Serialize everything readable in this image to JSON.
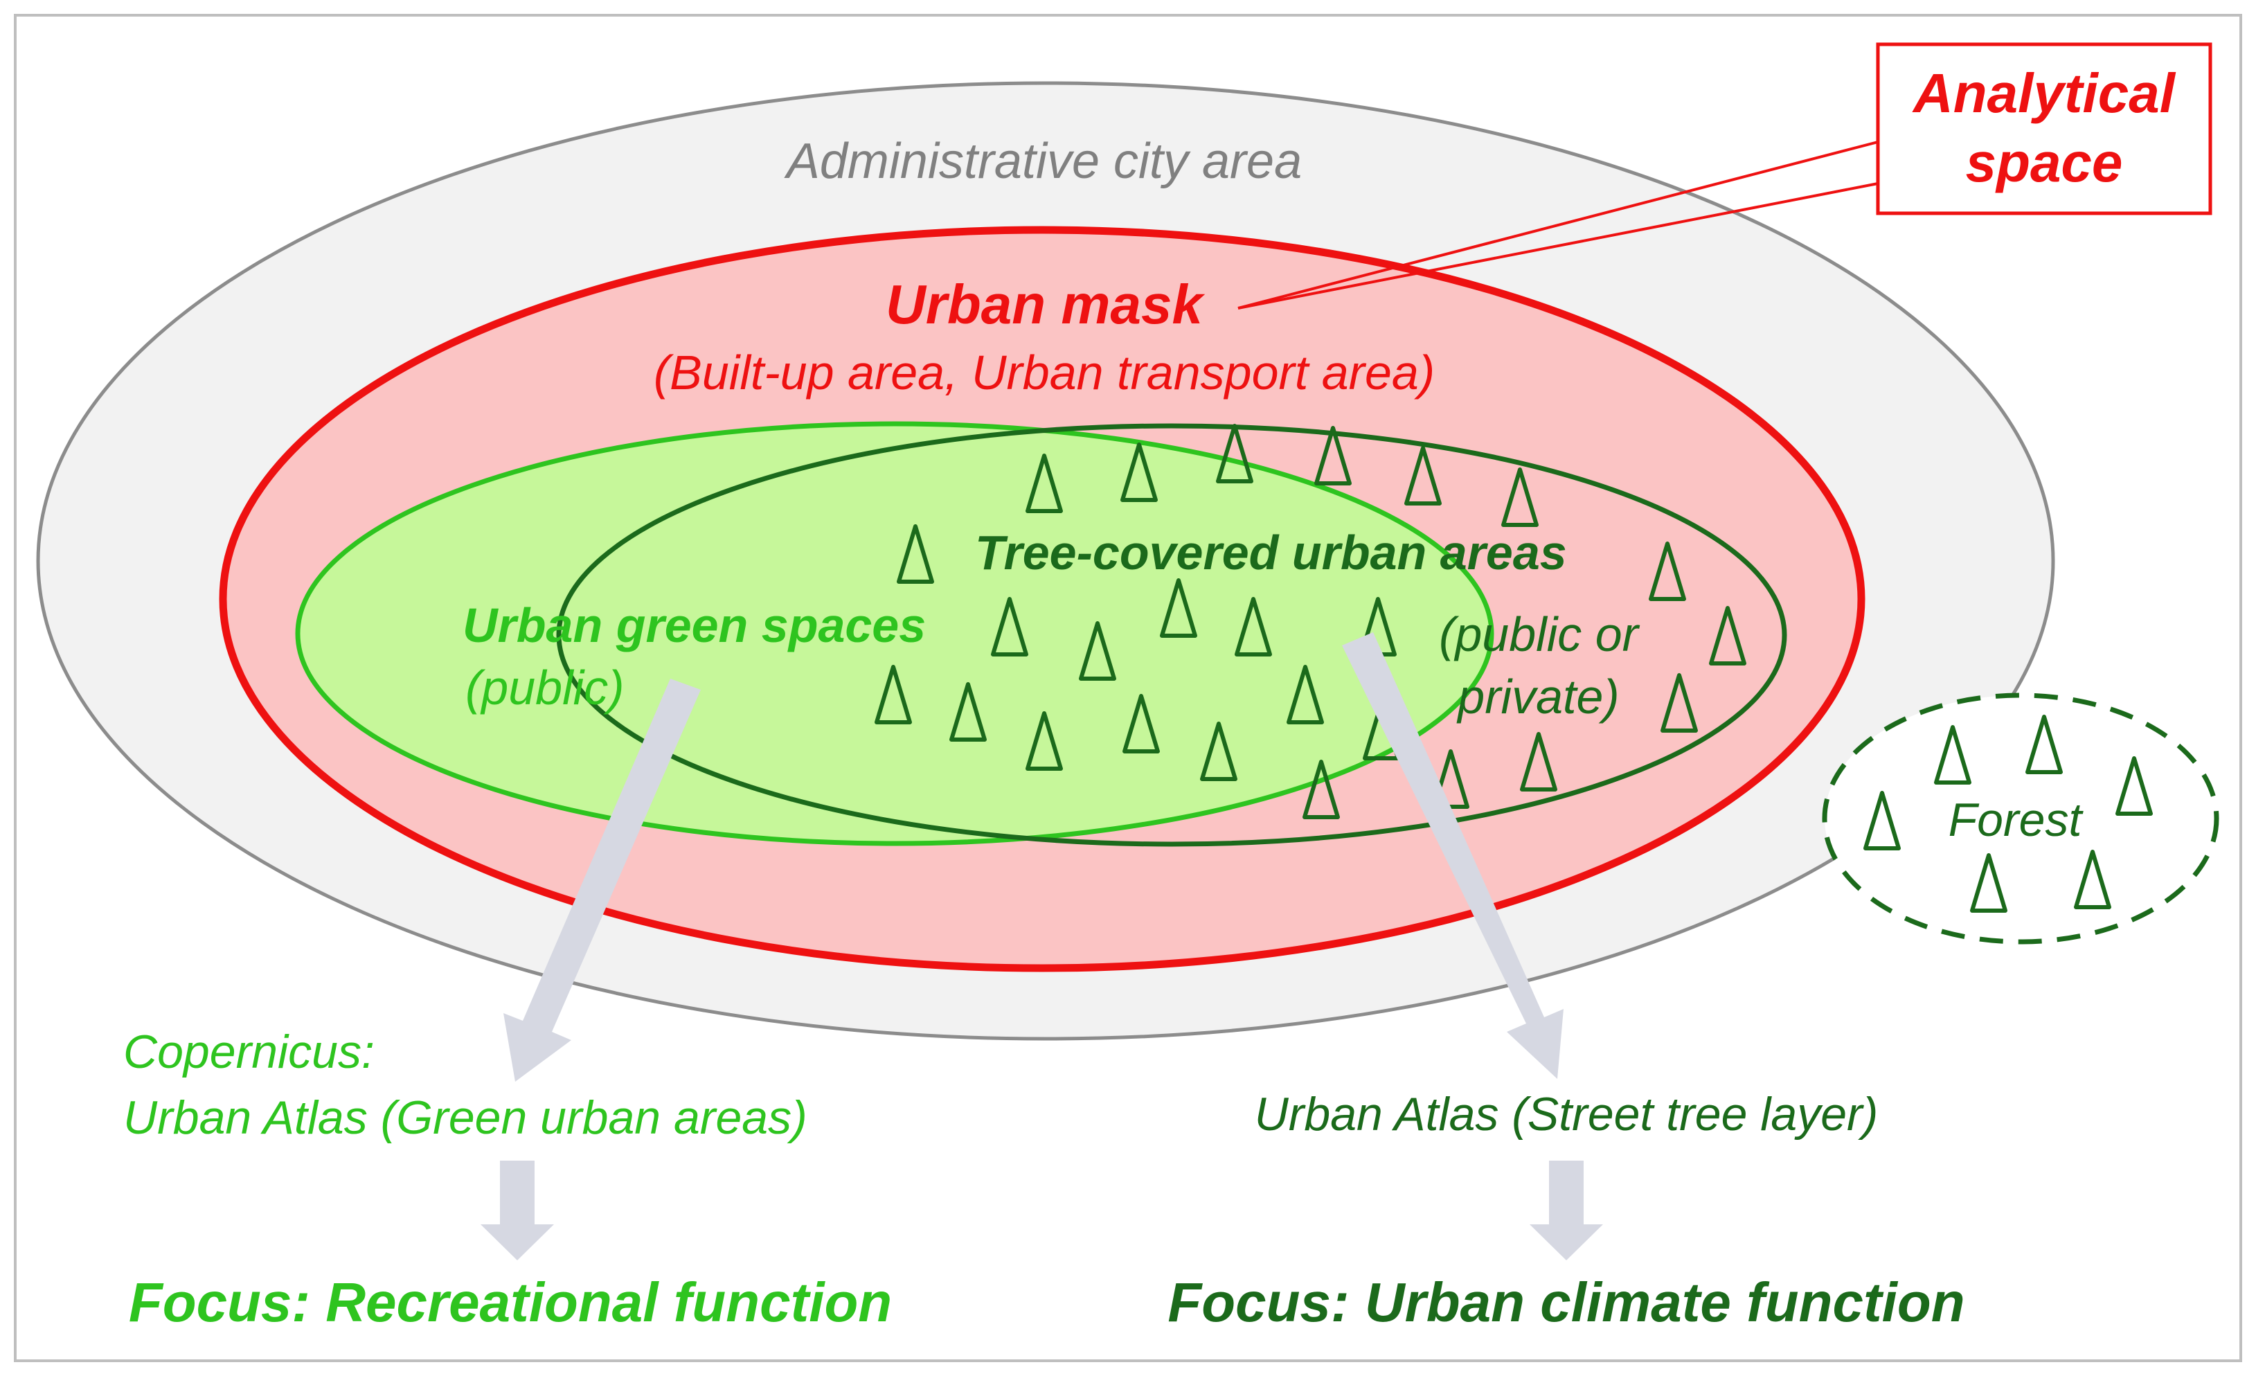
{
  "labels": {
    "admin_area": "Administrative city area",
    "analytical_line1": "Analytical",
    "analytical_line2": "space",
    "urban_mask": "Urban mask",
    "urban_mask_sub": "(Built-up area, Urban transport area)",
    "green_spaces": "Urban green spaces",
    "green_public": "(public)",
    "tree_covered": "Tree-covered urban areas",
    "tree_public_line1": "(public or",
    "tree_public_line2": "private)",
    "forest": "Forest",
    "copernicus_line1": "Copernicus:",
    "copernicus_line2": "Urban Atlas (Green urban areas)",
    "street_tree": "Urban Atlas (Street tree layer)",
    "focus_recreational": "Focus: Recreational function",
    "focus_climate": "Focus: Urban climate function"
  },
  "colors": {
    "admin_fill": "#f2f2f2",
    "admin_stroke": "#8c8c8c",
    "admin_text": "#808080",
    "mask_fill": "#fbc4c4",
    "red": "#ee1111",
    "green_fill": "#c6f79a",
    "light_green": "#2ec41f",
    "dark_green": "#1b6a1b",
    "arrow": "#d6d8e2"
  }
}
